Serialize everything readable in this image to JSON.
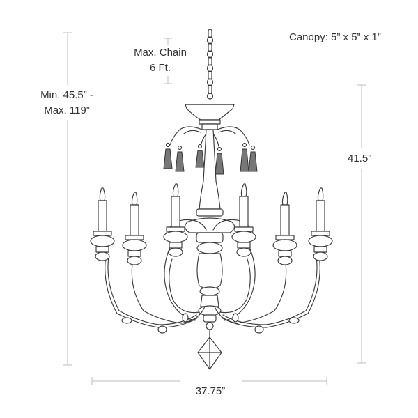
{
  "dimensions": {
    "canopy": "Canopy: 5” x 5” x 1”",
    "chain_line1": "Max. Chain",
    "chain_line2": "6 Ft.",
    "overall_line1": "Min. 45.5” -",
    "overall_line2": "Max. 119”",
    "height": "41.5”",
    "width": "37.75”"
  },
  "colors": {
    "dimension_lines": "#bdbdbd",
    "ink": "#3a3a3a",
    "text": "#333333"
  }
}
